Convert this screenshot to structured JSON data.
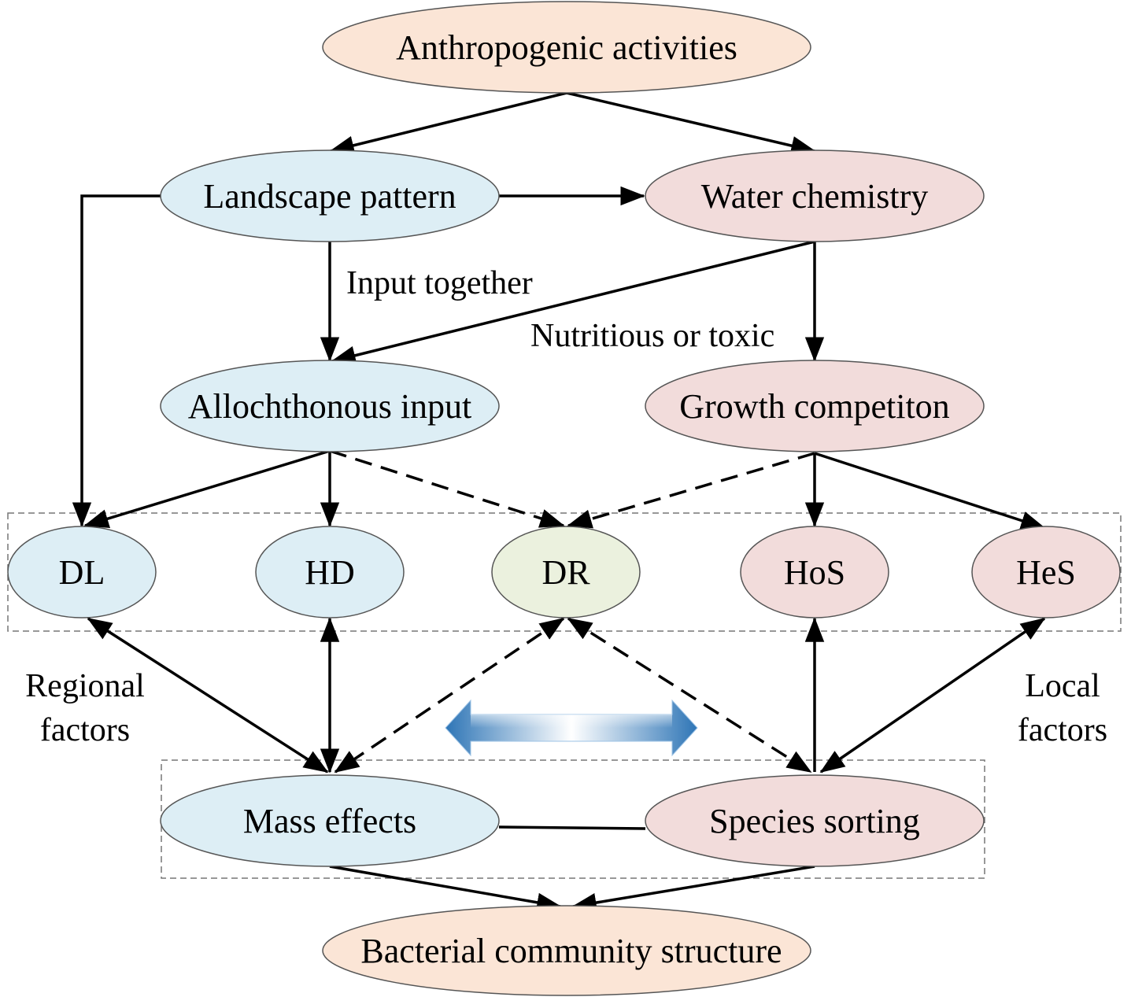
{
  "colors": {
    "peach": "#fbe5d6",
    "blue": "#ddeef5",
    "pink": "#f2dcdb",
    "green": "#ebf1de",
    "arrow_blue": "#2e75b6"
  },
  "nodes": {
    "anthropogenic": "Anthropogenic activities",
    "landscape": "Landscape pattern",
    "water": "Water chemistry",
    "allochthonous": "Allochthonous input",
    "growth": "Growth competiton",
    "dl": "DL",
    "hd": "HD",
    "dr": "DR",
    "hos": "HoS",
    "hes": "HeS",
    "mass": "Mass effects",
    "species": "Species sorting",
    "bacterial": "Bacterial community structure"
  },
  "labels": {
    "input_together": "Input together",
    "nutritious": "Nutritious or toxic",
    "regional_line1": "Regional",
    "regional_line2": "factors",
    "local_line1": "Local",
    "local_line2": "factors"
  }
}
